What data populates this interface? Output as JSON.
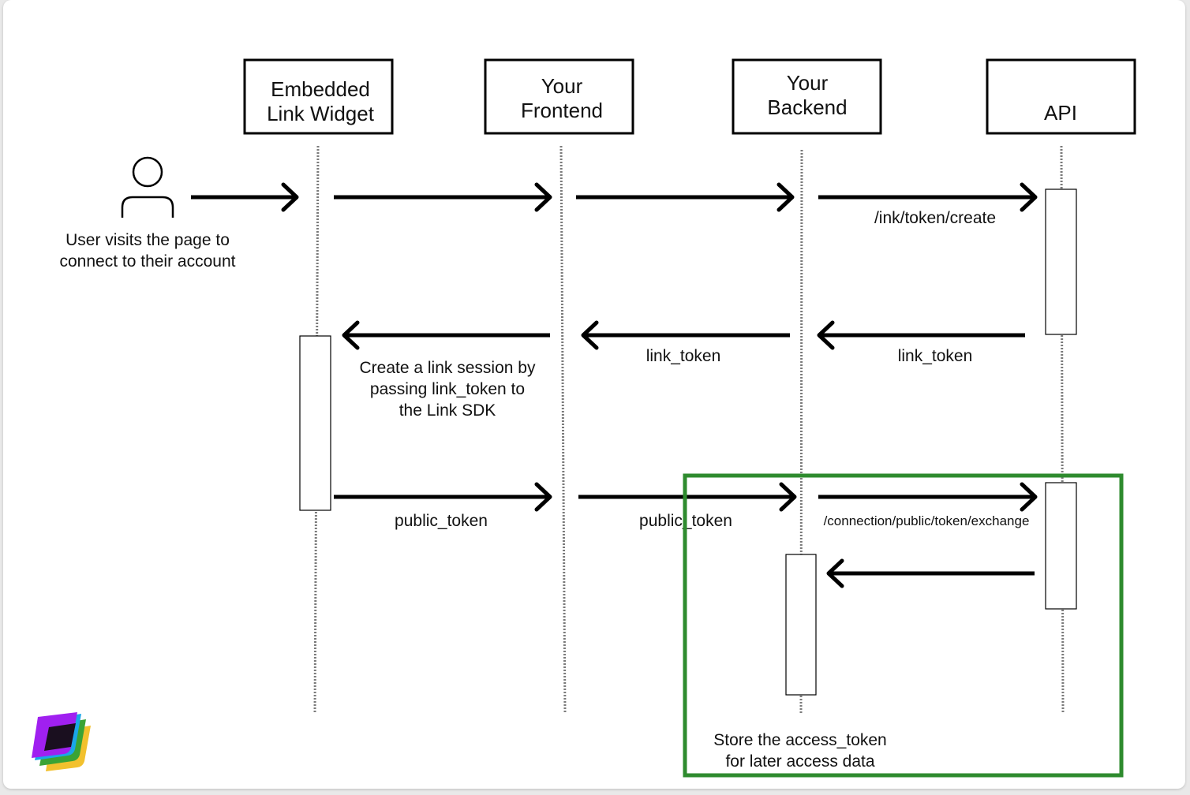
{
  "participants": [
    {
      "line1": "Embedded",
      "line2": "Link Widget"
    },
    {
      "line1": "Your",
      "line2": "Frontend"
    },
    {
      "line1": "Your",
      "line2": "Backend"
    },
    {
      "line1": "",
      "line2": "API"
    }
  ],
  "user_caption": {
    "line1": "User visits the page to",
    "line2": "connect to their account"
  },
  "messages": {
    "link_create": "/ink/token/create",
    "link_token_backend": "link_token",
    "link_token_api": "link_token",
    "create_session": {
      "line1": "Create a link session by",
      "line2": "passing link_token to",
      "line3": "the Link SDK"
    },
    "public_token_widget": "public_token",
    "public_token_frontend": "public_token",
    "exchange": "/connection/public/token/exchange"
  },
  "highlight": {
    "line1": "Store the access_token",
    "line2": "for later access data",
    "color": "#2e8b2e"
  },
  "logo": {
    "icon": "stacked-layers-logo",
    "colors": [
      "#a020f0",
      "#1aa7e8",
      "#3aa335",
      "#f2c12e",
      "#1a0f1f"
    ]
  }
}
